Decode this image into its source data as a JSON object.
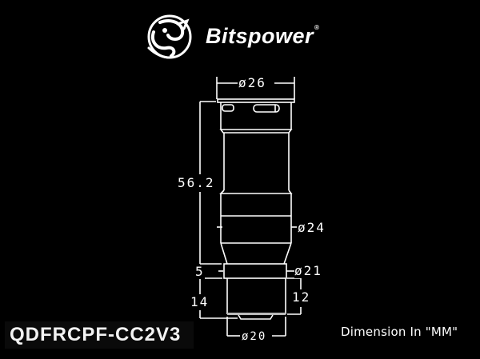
{
  "brand": {
    "name": "Bitspower",
    "registered_mark": "®",
    "logo_icon": "dragon-emblem-icon"
  },
  "product": {
    "model": "QDFRCPF-CC2V3"
  },
  "units_note": "Dimension In \"MM\"",
  "dimensions": {
    "top_diameter": "ø26",
    "total_length": "56.2",
    "mid_diameter": "ø24",
    "ring_diameter": "ø21",
    "ring_height": "5",
    "bottom_length": "14",
    "thread_length": "12",
    "bottom_diameter": "ø20"
  },
  "colors": {
    "background": "#000000",
    "lines": "#ffffff"
  }
}
